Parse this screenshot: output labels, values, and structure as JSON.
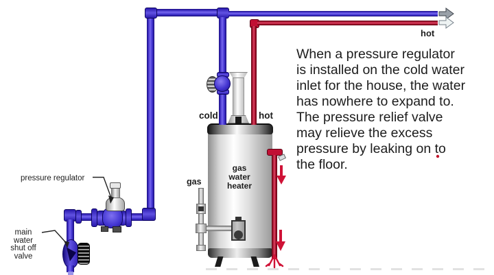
{
  "labels": {
    "cold": "cold",
    "hot_tank": "hot",
    "hot_supply": "hot",
    "gas": "gas",
    "pressure_regulator": "pressure regulator",
    "main_valve_line1": "main",
    "main_valve_line2": "water",
    "main_valve_line3": "shut off",
    "main_valve_line4": "valve",
    "heater_line1": "gas",
    "heater_line2": "water",
    "heater_line3": "heater"
  },
  "paragraph": {
    "lines": [
      "When a pressure regulator",
      "is installed on the cold water",
      "inlet for the house, the water",
      "has nowhere to expand to.",
      "The pressure relief valve",
      "may relieve the excess",
      "pressure by leaking on to",
      "the floor."
    ]
  },
  "colors": {
    "cold_pipe": "#4433cc",
    "hot_pipe": "#cc1133",
    "tank_light": "#ffffff",
    "tank_dark": "#1a1a1a",
    "text": "#1c1c1c"
  }
}
